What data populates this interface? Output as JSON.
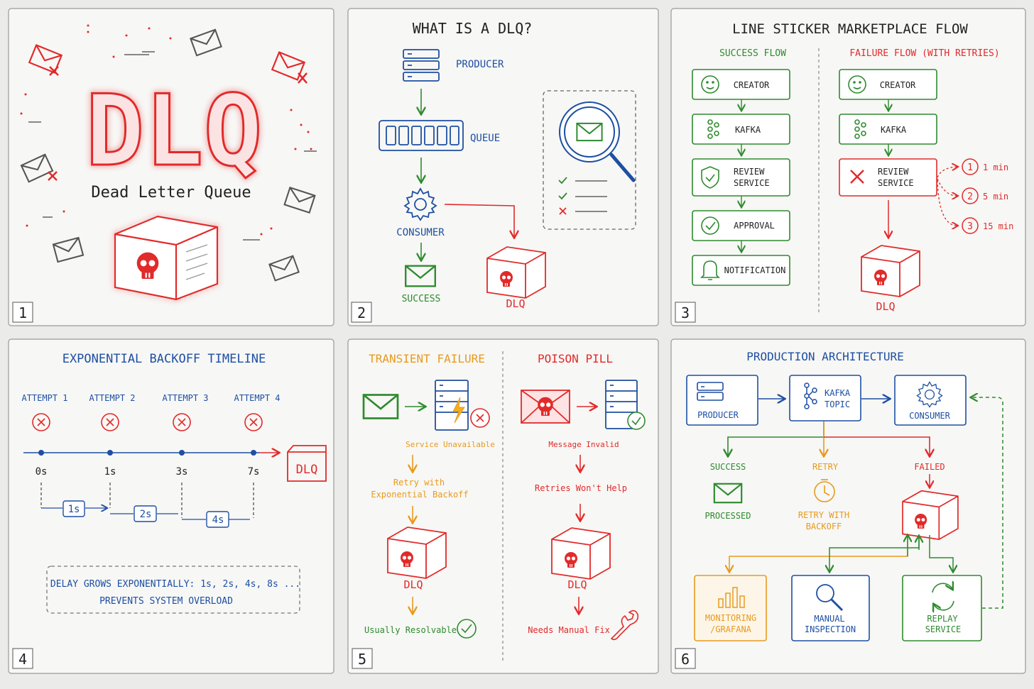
{
  "colors": {
    "red": "#e22a2a",
    "blue": "#1e4fa3",
    "green": "#2e8b2e",
    "orange": "#e89a1e",
    "gray": "#555555",
    "panel": "#f7f7f5",
    "border": "#9a9a9a"
  },
  "panels": [
    {
      "number": "1",
      "title": "DLQ",
      "subtitle": "Dead Letter Queue"
    },
    {
      "number": "2",
      "title": "WHAT IS A DLQ?",
      "producer": "PRODUCER",
      "queue": "QUEUE",
      "consumer": "CONSUMER",
      "success": "SUCCESS",
      "dlq": "DLQ"
    },
    {
      "number": "3",
      "title": "LINE STICKER MARKETPLACE FLOW",
      "success_flow": "SUCCESS FLOW",
      "failure_flow": "FAILURE FLOW (WITH RETRIES)",
      "success_steps": [
        "CREATOR",
        "KAFKA",
        "REVIEW\nSERVICE",
        "APPROVAL",
        "NOTIFICATION"
      ],
      "failure_steps": [
        "CREATOR",
        "KAFKA",
        "REVIEW\nSERVICE"
      ],
      "retries": [
        {
          "n": "1",
          "t": "1 min"
        },
        {
          "n": "2",
          "t": "5 min"
        },
        {
          "n": "3",
          "t": "15 min"
        }
      ],
      "dlq": "DLQ"
    },
    {
      "number": "4",
      "title": "EXPONENTIAL BACKOFF TIMELINE",
      "attempts": [
        "ATTEMPT 1",
        "ATTEMPT 2",
        "ATTEMPT 3",
        "ATTEMPT 4"
      ],
      "times": [
        "0s",
        "1s",
        "3s",
        "7s"
      ],
      "delays": [
        "1s",
        "2s",
        "4s"
      ],
      "dlq": "DLQ",
      "note_line1": "DELAY GROWS EXPONENTIALLY: 1s, 2s, 4s, 8s ...",
      "note_line2": "PREVENTS SYSTEM OVERLOAD"
    },
    {
      "number": "5",
      "transient_title": "TRANSIENT FAILURE",
      "poison_title": "POISON PILL",
      "service_unavailable": "Service Unavailable",
      "retry_line1": "Retry with",
      "retry_line2": "Exponential Backoff",
      "dlq_left": "DLQ",
      "usually_resolvable": "Usually Resolvable",
      "message_invalid": "Message Invalid",
      "retries_wont_help": "Retries Won't Help",
      "dlq_right": "DLQ",
      "needs_manual_fix": "Needs Manual Fix"
    },
    {
      "number": "6",
      "title": "PRODUCTION ARCHITECTURE",
      "producer": "PRODUCER",
      "kafka_line1": "KAFKA",
      "kafka_line2": "TOPIC",
      "consumer": "CONSUMER",
      "success": "SUCCESS",
      "processed": "PROCESSED",
      "retry": "RETRY",
      "retry_backoff_line1": "RETRY WITH",
      "retry_backoff_line2": "BACKOFF",
      "failed": "FAILED",
      "monitoring_line1": "MONITORING",
      "monitoring_line2": "/GRAFANA",
      "manual_line1": "MANUAL",
      "manual_line2": "INSPECTION",
      "replay_line1": "REPLAY",
      "replay_line2": "SERVICE"
    }
  ]
}
